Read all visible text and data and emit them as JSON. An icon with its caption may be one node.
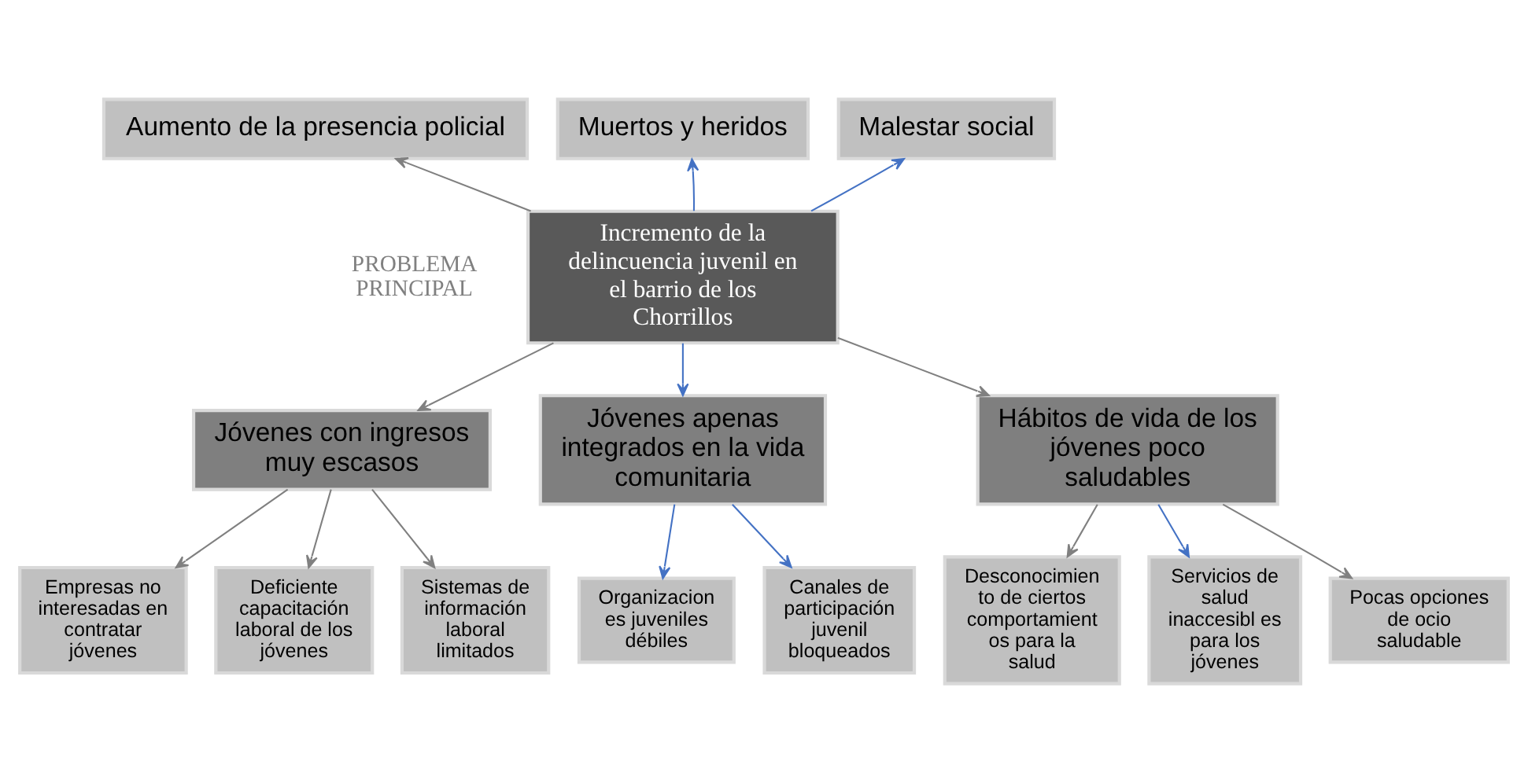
{
  "diagram": {
    "nodes": [
      {
        "text": [
          "Aumento de la presencia policial"
        ]
      },
      {
        "text": [
          "Muertos y heridos"
        ]
      },
      {
        "text": [
          "Malestar social"
        ]
      },
      {
        "text": [
          "Incremento de la delincuencia juvenil en el barrio de los Chorrillos"
        ]
      },
      {
        "text": [
          "Jóvenes con ingresos muy escasos"
        ]
      },
      {
        "text": [
          "Jóvenes apenas integrados en la vida comunitaria"
        ]
      },
      {
        "text": [
          "Hábitos de vida de los jóvenes poco saludables"
        ]
      },
      {
        "text": [
          "Empresas no interesadas en contratar jóvenes"
        ]
      },
      {
        "text": [
          "Deficiente capacitación laboral de los jóvenes"
        ]
      },
      {
        "text": [
          "Sistemas de información laboral limitados"
        ]
      },
      {
        "text": [
          "Organizacion es juveniles débiles"
        ]
      },
      {
        "text": [
          "Canales de participación juvenil bloqueados"
        ]
      },
      {
        "text": [
          "Desconocimien to de ciertos comportamient os para la salud"
        ]
      },
      {
        "text": [
          "Servicios de salud inaccesibl es para los jóvenes"
        ]
      },
      {
        "text": [
          "Pocas opciones de ocio saludable"
        ]
      }
    ],
    "edges": [
      {
        "from": 3,
        "to": 0,
        "arrow": "to"
      },
      {
        "from": 3,
        "to": 1,
        "arrow": "to",
        "color": "#4472c4"
      },
      {
        "from": 3,
        "to": 2,
        "arrow": "to",
        "color": "#4472c4"
      },
      {
        "from": 3,
        "to": 4,
        "arrow": "to"
      },
      {
        "from": 3,
        "to": 5,
        "arrow": "to",
        "color": "#4472c4"
      },
      {
        "from": 3,
        "to": 6,
        "arrow": "to"
      },
      {
        "from": 4,
        "to": 7,
        "arrow": "to"
      },
      {
        "from": 4,
        "to": 8,
        "arrow": "to"
      },
      {
        "from": 4,
        "to": 9,
        "arrow": "to"
      },
      {
        "from": 5,
        "to": 10,
        "arrow": "to",
        "color": "#4472c4"
      },
      {
        "from": 5,
        "to": 11,
        "arrow": "to",
        "color": "#4472c4"
      },
      {
        "from": 6,
        "to": 12,
        "arrow": "to"
      },
      {
        "from": 6,
        "to": 13,
        "arrow": "to",
        "color": "#4472c4"
      },
      {
        "from": 6,
        "to": 14,
        "arrow": "to"
      }
    ],
    "labels": [
      "PROBLEMA PRINCIPAL"
    ]
  }
}
